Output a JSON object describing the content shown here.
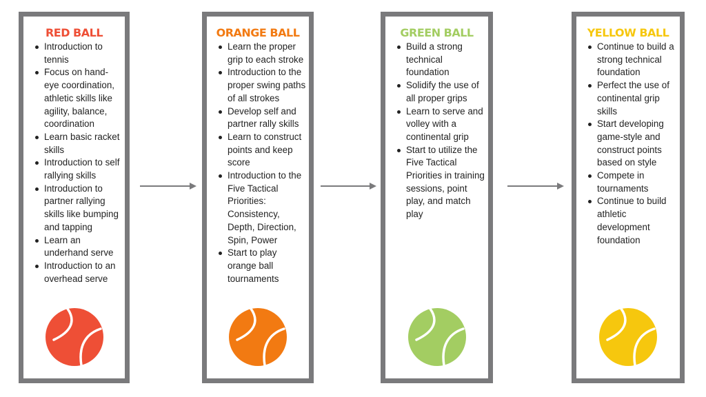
{
  "colors": {
    "frame": "#7a7a7c",
    "arrow": "#7a7a7c",
    "text": "#222222"
  },
  "stages": [
    {
      "title": "RED BALL",
      "color": "#ee4f36",
      "ball_icon": "red-tennis-ball-icon",
      "points": [
        "Introduction to tennis",
        "Focus on hand-eye coordination, athletic skills like agility, balance, coordination",
        "Learn basic racket skills",
        "Introduction to self rallying skills",
        "Introduction to partner rallying skills like bumping and tapping",
        "Learn an underhand serve",
        "Introduction to an overhead serve"
      ]
    },
    {
      "title": "ORANGE BALL",
      "color": "#f27a12",
      "ball_icon": "orange-tennis-ball-icon",
      "points": [
        "Learn the proper grip to each stroke",
        "Introduction to the proper swing paths of all strokes",
        "Develop self and partner rally skills",
        "Learn to construct points and keep score",
        "Introduction to the Five Tactical Priorities: Consistency, Depth, Direction, Spin, Power",
        "Start to play orange ball tournaments"
      ]
    },
    {
      "title": "GREEN BALL",
      "color": "#a3cd62",
      "ball_icon": "green-tennis-ball-icon",
      "points": [
        "Build a strong technical foundation",
        "Solidify the use of all proper grips",
        "Learn to serve and volley with a continental grip",
        "Start to utilize the Five Tactical Priorities in training sessions, point play, and match play"
      ]
    },
    {
      "title": "YELLOW BALL",
      "color": "#f6c70e",
      "ball_icon": "yellow-tennis-ball-icon",
      "points": [
        "Continue to build a strong technical foundation",
        "Perfect the use of continental grip skills",
        "Start developing game-style and construct points based on style",
        "Compete in tournaments",
        "Continue to build athletic development foundation"
      ]
    }
  ]
}
